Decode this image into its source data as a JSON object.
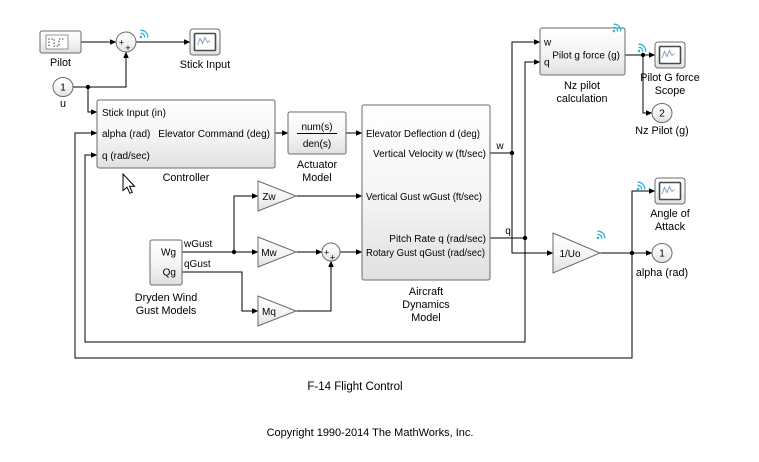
{
  "annotations": {
    "title": "F-14 Flight Control",
    "copyright": "Copyright 1990-2014 The MathWorks, Inc."
  },
  "signals": {
    "w": "w",
    "q": "q",
    "wgust": "wGust",
    "qgust": "qGust"
  },
  "sum": {
    "plus": "+"
  },
  "blocks": {
    "pilot": {
      "name": "Pilot"
    },
    "stick_input_scope": {
      "name": "Stick Input"
    },
    "inport_u": {
      "number": "1",
      "name": "u"
    },
    "controller": {
      "name": "Controller",
      "in_stick": "Stick Input (in)",
      "in_alpha": "alpha (rad)",
      "in_q": "q (rad/sec)",
      "out_elevator": "Elevator Command (deg)"
    },
    "actuator": {
      "numerator": "num(s)",
      "denominator": "den(s)",
      "name_line1": "Actuator",
      "name_line2": "Model"
    },
    "aircraft": {
      "in_elevator": "Elevator Deflection d (deg)",
      "out_w": "Vertical Velocity w (ft/sec)",
      "in_wgust": "Vertical Gust wGust (ft/sec)",
      "out_q": "Pitch Rate q (rad/sec)",
      "in_qgust": "Rotary Gust qGust (rad/sec)",
      "name_line1": "Aircraft",
      "name_line2": "Dynamics",
      "name_line3": "Model"
    },
    "gain_zw": {
      "value": "Zw"
    },
    "gain_mw": {
      "value": "Mw"
    },
    "gain_mq": {
      "value": "Mq"
    },
    "gain_uo": {
      "value": "1/Uo"
    },
    "dryden": {
      "out_wg": "Wg",
      "out_qg": "Qg",
      "name_line1": "Dryden Wind",
      "name_line2": "Gust Models"
    },
    "nz_pilot": {
      "in_w": "w",
      "in_q": "q",
      "out": "Pilot g force (g)",
      "name_line1": "Nz pilot",
      "name_line2": "calculation"
    },
    "pilot_g_scope": {
      "name_line1": "Pilot G force",
      "name_line2": "Scope"
    },
    "outport_nz": {
      "number": "2",
      "name": "Nz Pilot (g)"
    },
    "aoa_scope": {
      "name_line1": "Angle of",
      "name_line2": "Attack"
    },
    "outport_alpha": {
      "number": "1",
      "name": "alpha (rad)"
    }
  },
  "colors": {
    "wireless_badge": "#2ab5d8",
    "block_border": "#6b6b6b",
    "wire": "#000000"
  }
}
